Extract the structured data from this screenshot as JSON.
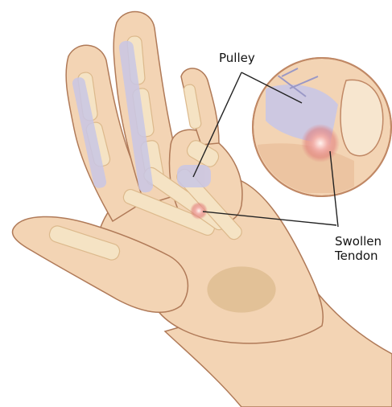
{
  "labels": {
    "pulley": "Pulley",
    "swollen": "Swollen",
    "tendon": "Tendon"
  },
  "colors": {
    "skin": "#f3d4b4",
    "skin_shade": "#e7b995",
    "outline": "#b07a58",
    "bone": "#f5e3c4",
    "bone_shade": "#dcb98c",
    "tendon_sheath": "#c9c7e6",
    "inflammation": "#e07a78",
    "leader": "#222222"
  }
}
